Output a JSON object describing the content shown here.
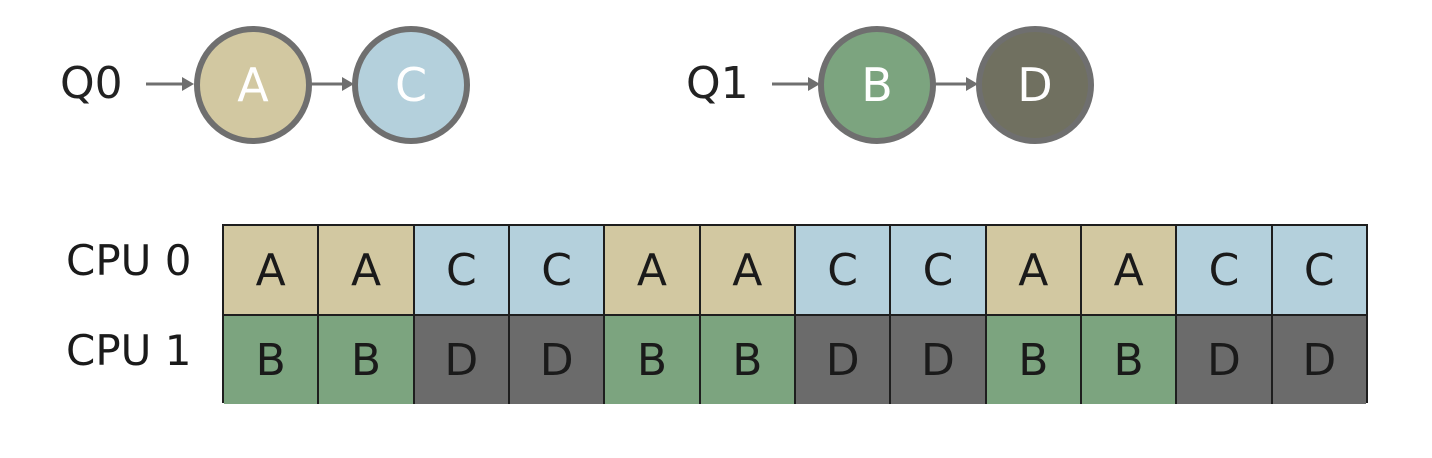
{
  "colors": {
    "A": "#d2c8a1",
    "B": "#7ca47f",
    "C": "#b4d0dc",
    "D": "#6b6b6b",
    "Q1_node_D": "#707060"
  },
  "queues": [
    {
      "label": "Q0",
      "nodes": [
        "A",
        "C"
      ]
    },
    {
      "label": "Q1",
      "nodes": [
        "B",
        "D"
      ]
    }
  ],
  "cpus": [
    {
      "label": "CPU 0",
      "slots": [
        "A",
        "A",
        "C",
        "C",
        "A",
        "A",
        "C",
        "C",
        "A",
        "A",
        "C",
        "C"
      ]
    },
    {
      "label": "CPU 1",
      "slots": [
        "B",
        "B",
        "D",
        "D",
        "B",
        "B",
        "D",
        "D",
        "B",
        "B",
        "D",
        "D"
      ]
    }
  ]
}
